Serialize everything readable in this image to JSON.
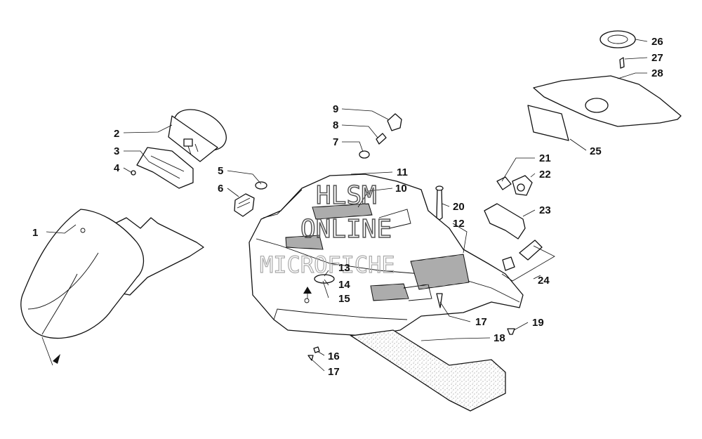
{
  "diagram": {
    "watermark": {
      "line1": "HLSM",
      "line2": "ONLINE",
      "line3": "MICROFICHE"
    },
    "callouts": [
      {
        "id": "c1",
        "label": "1"
      },
      {
        "id": "c2",
        "label": "2"
      },
      {
        "id": "c3",
        "label": "3"
      },
      {
        "id": "c4",
        "label": "4"
      },
      {
        "id": "c5",
        "label": "5"
      },
      {
        "id": "c6",
        "label": "6"
      },
      {
        "id": "c7",
        "label": "7"
      },
      {
        "id": "c8",
        "label": "8"
      },
      {
        "id": "c9",
        "label": "9"
      },
      {
        "id": "c10",
        "label": "10"
      },
      {
        "id": "c11",
        "label": "11"
      },
      {
        "id": "c12",
        "label": "12"
      },
      {
        "id": "c13",
        "label": "13"
      },
      {
        "id": "c14",
        "label": "14"
      },
      {
        "id": "c15",
        "label": "15"
      },
      {
        "id": "c16",
        "label": "16"
      },
      {
        "id": "c17a",
        "label": "17"
      },
      {
        "id": "c17b",
        "label": "17"
      },
      {
        "id": "c18",
        "label": "18"
      },
      {
        "id": "c19",
        "label": "19"
      },
      {
        "id": "c20",
        "label": "20"
      },
      {
        "id": "c21",
        "label": "21"
      },
      {
        "id": "c22",
        "label": "22"
      },
      {
        "id": "c23",
        "label": "23"
      },
      {
        "id": "c24",
        "label": "24"
      },
      {
        "id": "c25",
        "label": "25"
      },
      {
        "id": "c26",
        "label": "26"
      },
      {
        "id": "c27",
        "label": "27"
      },
      {
        "id": "c28",
        "label": "28"
      }
    ]
  }
}
